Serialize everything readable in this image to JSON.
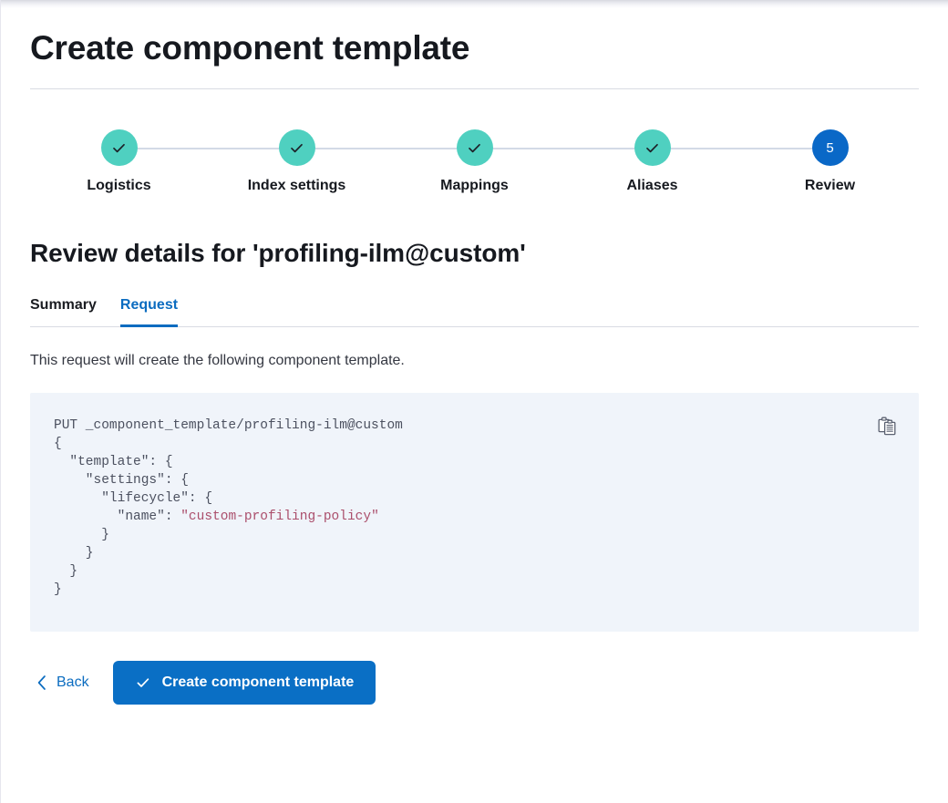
{
  "page": {
    "title": "Create component template"
  },
  "stepper": {
    "steps": [
      {
        "label": "Logistics",
        "state": "done",
        "number": "1",
        "icon": "check-icon"
      },
      {
        "label": "Index settings",
        "state": "done",
        "number": "2",
        "icon": "check-icon"
      },
      {
        "label": "Mappings",
        "state": "done",
        "number": "3",
        "icon": "check-icon"
      },
      {
        "label": "Aliases",
        "state": "done",
        "number": "4",
        "icon": "check-icon"
      },
      {
        "label": "Review",
        "state": "current",
        "number": "5",
        "icon": ""
      }
    ],
    "colors": {
      "done": "#4fd0c0",
      "current": "#0a68c7",
      "connector": "#d3dae6"
    }
  },
  "review": {
    "heading": "Review details for 'profiling-ilm@custom'",
    "tabs": [
      {
        "label": "Summary",
        "active": false
      },
      {
        "label": "Request",
        "active": true
      }
    ],
    "description": "This request will create the following component template.",
    "code": {
      "method_line": "PUT _component_template/profiling-ilm@custom",
      "lines": [
        "PUT _component_template/profiling-ilm@custom",
        "{",
        "  \"template\": {",
        "    \"settings\": {",
        "      \"lifecycle\": {",
        "        \"name\": \"custom-profiling-policy\"",
        "      }",
        "    }",
        "  }",
        "}"
      ],
      "string_value": "\"custom-profiling-policy\"",
      "copy_label": "copy-icon"
    }
  },
  "footer": {
    "back_label": "Back",
    "back_icon": "chevron-left-icon",
    "submit_label": "Create component template",
    "submit_icon": "check-icon",
    "primary_color": "#0a6fc5"
  }
}
